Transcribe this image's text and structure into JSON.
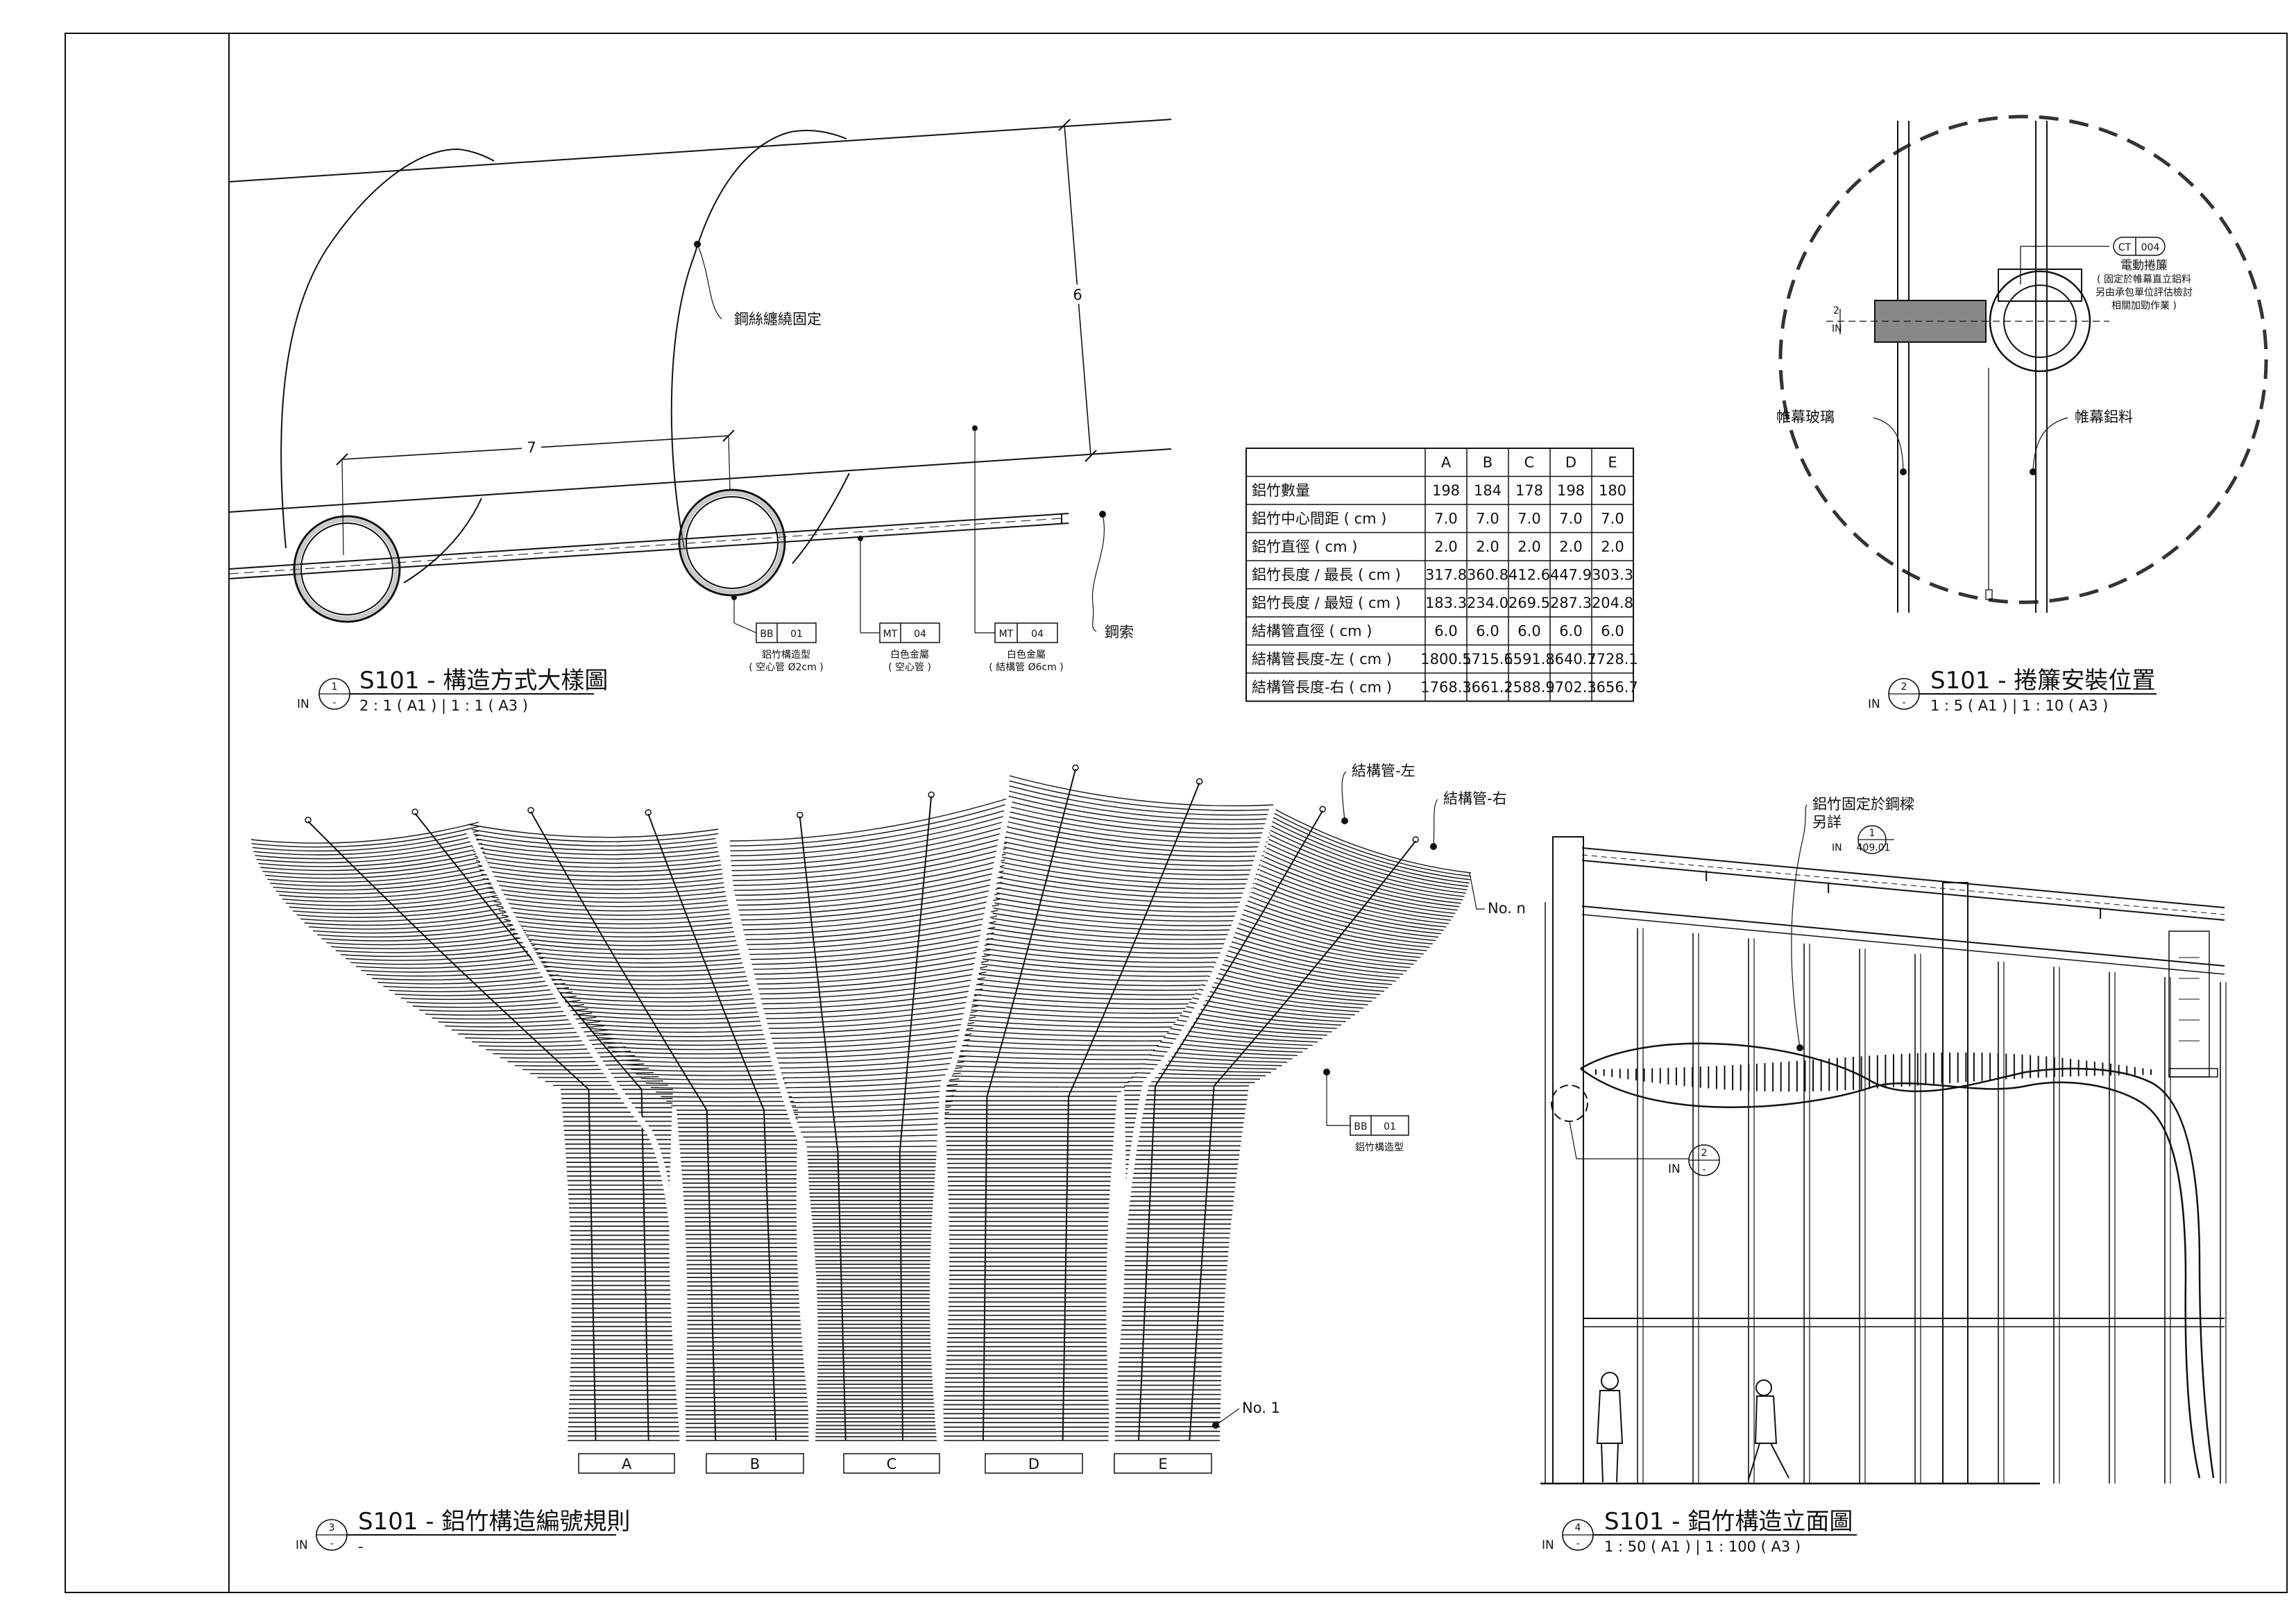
{
  "sheet": {
    "border_color": "#111111",
    "background": "#ffffff"
  },
  "views": [
    {
      "number": "1",
      "sheet_ref": "IN",
      "dash": "-",
      "title": "S101 - 構造方式大樣圖",
      "scale": "2 : 1 ( A1 ) | 1 : 1 ( A3 )"
    },
    {
      "number": "2",
      "sheet_ref": "IN",
      "dash": "-",
      "title": "S101 - 捲簾安裝位置",
      "scale": "1 : 5 ( A1 ) | 1 : 10 ( A3 )"
    },
    {
      "number": "3",
      "sheet_ref": "IN",
      "dash": "-",
      "title": "S101 - 鋁竹構造編號規則",
      "scale": "-"
    },
    {
      "number": "4",
      "sheet_ref": "IN",
      "dash": "-",
      "title": "S101 - 鋁竹構造立面圖",
      "scale": "1 : 50 ( A1 ) | 1 : 100 ( A3 )"
    }
  ],
  "detail1": {
    "dim_horizontal": "7",
    "dim_vertical": "6",
    "note_wire_fix": "鋼絲纏繞固定",
    "note_cable": "鋼索",
    "tags": [
      {
        "code": "BB",
        "num": "01",
        "line1": "鋁竹構造型",
        "line2": "( 空心管 Ø2cm )"
      },
      {
        "code": "MT",
        "num": "04",
        "line1": "白色金屬",
        "line2": "( 空心管 )"
      },
      {
        "code": "MT",
        "num": "04",
        "line1": "白色金屬",
        "line2": "( 結構管 Ø6cm )"
      }
    ]
  },
  "table": {
    "headers": [
      "",
      "A",
      "B",
      "C",
      "D",
      "E"
    ],
    "rows": [
      [
        "鋁竹數量",
        "198",
        "184",
        "178",
        "198",
        "180"
      ],
      [
        "鋁竹中心間距 ( cm )",
        "7.0",
        "7.0",
        "7.0",
        "7.0",
        "7.0"
      ],
      [
        "鋁竹直徑 ( cm )",
        "2.0",
        "2.0",
        "2.0",
        "2.0",
        "2.0"
      ],
      [
        "鋁竹長度 / 最長 ( cm )",
        "317.8",
        "360.8",
        "412.6",
        "447.9",
        "303.3"
      ],
      [
        "鋁竹長度 / 最短 ( cm )",
        "183.3",
        "234.0",
        "269.5",
        "287.3",
        "204.8"
      ],
      [
        "結構管直徑 ( cm )",
        "6.0",
        "6.0",
        "6.0",
        "6.0",
        "6.0"
      ],
      [
        "結構管長度-左 ( cm )",
        "1800.5",
        "1715.6",
        "1591.8",
        "1640.7",
        "1728.1"
      ],
      [
        "結構管長度-右 ( cm )",
        "1768.3",
        "1661.2",
        "1588.9",
        "1702.3",
        "1656.7"
      ]
    ]
  },
  "detail2": {
    "tag_code": "CT",
    "tag_num": "004",
    "tag_title": "電動捲簾",
    "tag_note1": "( 固定於帷幕直立鋁料",
    "tag_note2": "另由承包單位評估檢討",
    "tag_note3": "相關加勁作業 )",
    "label_glass": "帷幕玻璃",
    "label_alu": "帷幕鋁料",
    "section_mark": "2",
    "section_ref": "IN"
  },
  "detail3": {
    "label_tube_left": "結構管-左",
    "label_tube_right": "結構管-右",
    "label_no_n": "No. n",
    "label_no_1": "No. 1",
    "tag_code": "BB",
    "tag_num": "01",
    "tag_text": "鋁竹構造型",
    "zones": [
      "A",
      "B",
      "C",
      "D",
      "E"
    ]
  },
  "detail4": {
    "note_line1": "鋁竹固定於鋼樑",
    "note_line2": "另詳",
    "ref_num": "1",
    "ref_sheet": "IN",
    "ref_code": "409.01",
    "callout_num": "2",
    "callout_sheet": "IN",
    "callout_dash": "-"
  }
}
